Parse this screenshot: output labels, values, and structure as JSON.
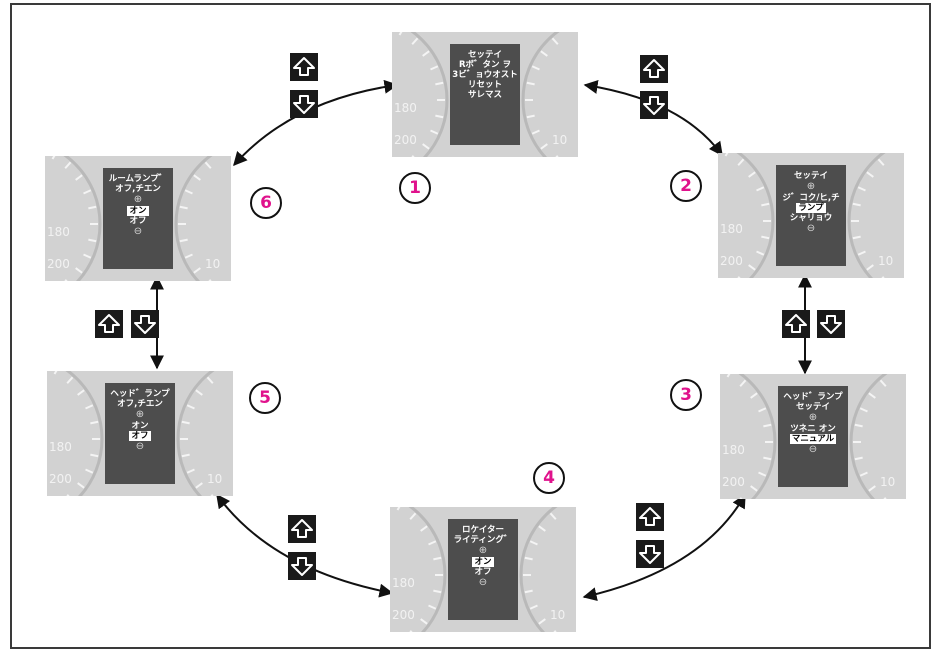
{
  "steps": [
    {
      "number": "1",
      "screen_lines": [
        "セッテイ",
        "Rボ゛タン ヲ",
        "3ビ゛ョウオスト",
        "リセット",
        "サレマス"
      ]
    },
    {
      "number": "2",
      "screen_lines": [
        "セッテイ",
        "⊕",
        "ジ゛コク/ヒ,チ",
        "ランプ",
        "シャリョウ",
        "⊖"
      ],
      "highlighted": "ランプ"
    },
    {
      "number": "3",
      "screen_lines": [
        "ヘッド゛ランプ",
        "セッテイ",
        "⊕",
        "ツネニ オン",
        "マニュアル",
        "⊖"
      ],
      "highlighted": "マニュアル"
    },
    {
      "number": "4",
      "screen_lines": [
        "ロケイター",
        "ライティング゛",
        "⊕",
        "オン",
        "オフ",
        "⊖"
      ],
      "highlighted": "オン"
    },
    {
      "number": "5",
      "screen_lines": [
        "ヘッド゛ランプ",
        "オフ,チエン",
        "⊕",
        "オン",
        "オフ",
        "⊖"
      ],
      "highlighted": "オフ"
    },
    {
      "number": "6",
      "screen_lines": [
        "ルームランプ゛",
        "オフ,チエン",
        "⊕",
        "オン",
        "オフ",
        "⊖"
      ],
      "highlighted": "オン"
    }
  ],
  "gauge_ticks": [
    "180",
    "200",
    "10"
  ],
  "buttons": {
    "up_icon": "up-arrow-icon",
    "down_icon": "down-arrow-icon"
  },
  "colors": {
    "number": "#e0128c",
    "button": "#1a1a1a",
    "screen": "#4d4d4d",
    "panel": "#d2d2d2"
  }
}
